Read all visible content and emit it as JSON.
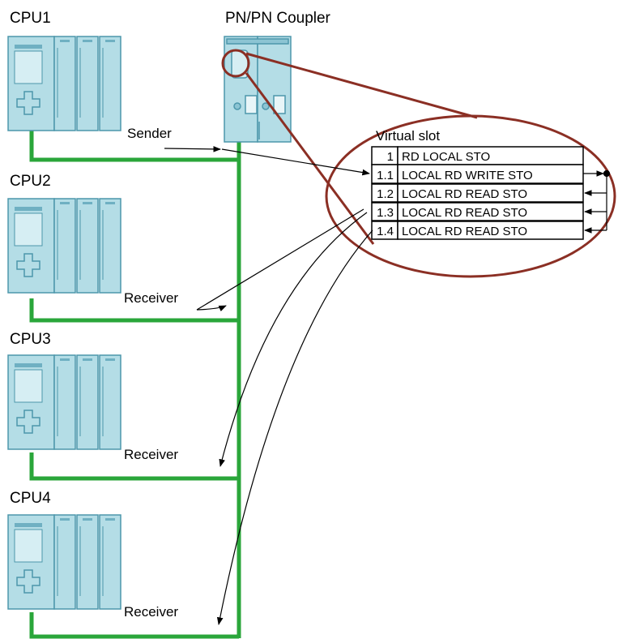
{
  "coupler": {
    "label": "PN/PN Coupler"
  },
  "cpus": [
    {
      "name": "CPU1",
      "role": "Sender"
    },
    {
      "name": "CPU2",
      "role": "Receiver"
    },
    {
      "name": "CPU3",
      "role": "Receiver"
    },
    {
      "name": "CPU4",
      "role": "Receiver"
    }
  ],
  "virtual_slot": {
    "title": "Virtual slot",
    "rows": [
      {
        "slot": "1",
        "text": "RD LOCAL STO"
      },
      {
        "slot": "1.1",
        "text": "LOCAL RD WRITE STO"
      },
      {
        "slot": "1.2",
        "text": "LOCAL RD READ STO"
      },
      {
        "slot": "1.3",
        "text": "LOCAL RD READ STO"
      },
      {
        "slot": "1.4",
        "text": "LOCAL RD READ STO"
      }
    ]
  },
  "colors": {
    "network": "#2aa63a",
    "module_fill": "#b4dde6",
    "module_edge": "#4d97ab",
    "zoom_ellipse": "#8b2f24",
    "arrow": "#000000"
  }
}
